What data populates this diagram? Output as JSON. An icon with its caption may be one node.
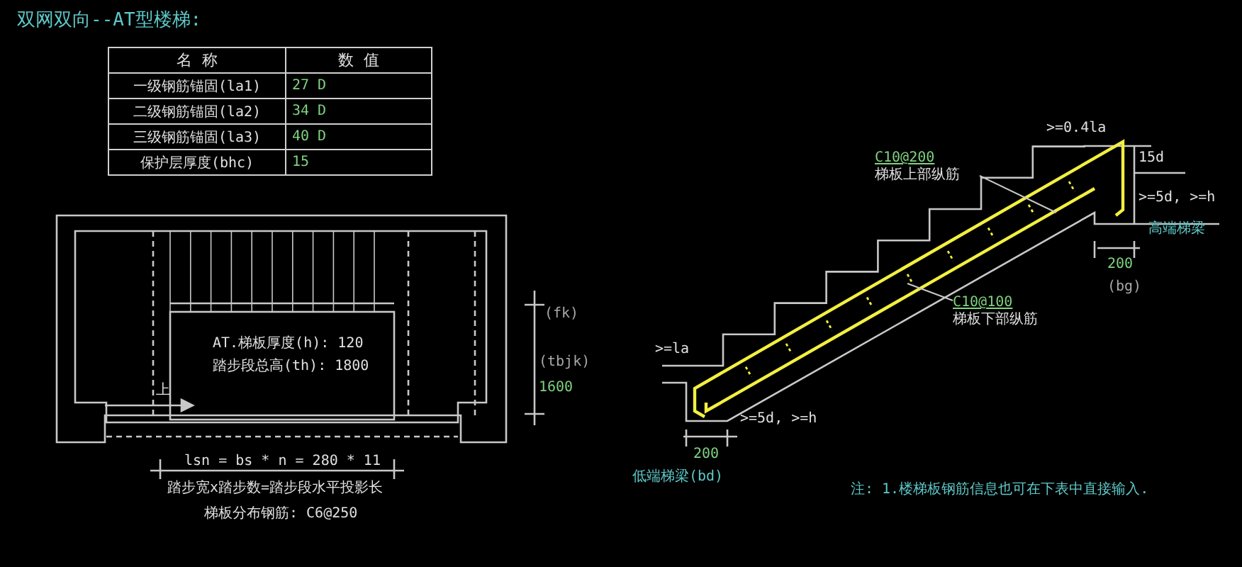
{
  "diagram": {
    "title": "双网双向--AT型楼梯:",
    "nodes": [
      {
        "text": [
          "C10@200",
          "梯板上部纵筋"
        ]
      },
      {
        "text": [
          "C10@100",
          "梯板下部纵筋"
        ]
      }
    ],
    "edges": [
      {
        "from": 0,
        "to": null,
        "arrow": "none"
      },
      {
        "from": 1,
        "to": null,
        "arrow": "none"
      }
    ],
    "labels": [
      "名 称",
      "数 值",
      "一级钢筋锚固(la1)",
      "27 D",
      "二级钢筋锚固(la2)",
      "34 D",
      "三级钢筋锚固(la3)",
      "40 D",
      "保护层厚度(bhc)",
      "15",
      "AT.梯板厚度(h): 120",
      "踏步段总高(th): 1800",
      "上",
      "(fk)",
      "(tbjk)",
      "1600",
      "lsn = bs * n = 280 * 11",
      "踏步宽x踏步数=踏步段水平投影长",
      "梯板分布钢筋: C6@250",
      ">=0.4la",
      "15d",
      ">=5d, >=h",
      "高端梯梁",
      "200",
      "(bg)",
      ">=la",
      ">=5d, >=h",
      "200",
      "低端梯梁(bd)",
      "注: 1.楼梯板钢筋信息也可在下表中直接输入."
    ]
  }
}
